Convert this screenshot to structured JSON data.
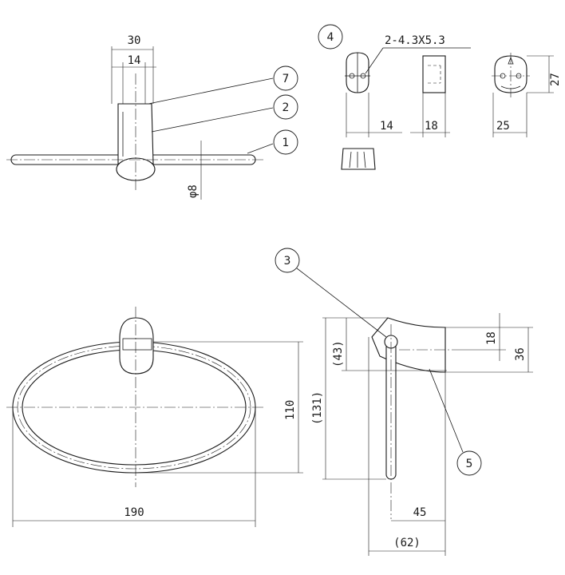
{
  "dimensions": {
    "top_width_30": "30",
    "top_width_14": "14",
    "rod_diameter": "φ8",
    "screw_holes": "2-4.3X5.3",
    "bracket_14": "14",
    "bracket_18": "18",
    "bracket_25": "25",
    "bracket_27": "27",
    "ring_height": "110",
    "ring_width": "190",
    "side_131": "(131)",
    "side_43": "(43)",
    "side_18": "18",
    "side_36": "36",
    "side_45": "45",
    "side_62": "(62)"
  },
  "balloons": {
    "b1": "1",
    "b2": "2",
    "b3": "3",
    "b4": "4",
    "b5": "5",
    "b7": "7"
  }
}
